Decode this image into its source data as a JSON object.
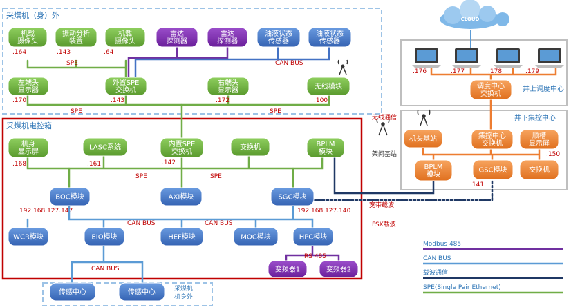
{
  "regions": {
    "outer_body": "采煤机（身）外",
    "control_box": "采煤机电控箱",
    "surface_center": "井上调度中心",
    "underground_center": "井下集控中心",
    "outside_bottom_line1": "采煤机",
    "outside_bottom_line2": "机身外"
  },
  "nodes": {
    "cam1": [
      "机载",
      "摄像头"
    ],
    "vib": [
      "振动分析",
      "装置"
    ],
    "cam2": [
      "机载",
      "摄像头"
    ],
    "radar1": [
      "雷达",
      "探测器"
    ],
    "radar2": [
      "雷达",
      "探测器"
    ],
    "oil1": [
      "油液状态",
      "传感器"
    ],
    "oil2": [
      "油液状态",
      "传感器"
    ],
    "leftdisp": [
      "左端头",
      "显示器"
    ],
    "extspe": [
      "外置SPE",
      "交换机"
    ],
    "rightdisp": [
      "右端头",
      "显示器"
    ],
    "wireless": [
      "无线模块"
    ],
    "bodydisp": [
      "机身",
      "显示屏"
    ],
    "lasc": [
      "LASC系统"
    ],
    "intspe": [
      "内置SPE",
      "交换机"
    ],
    "switch1": [
      "交换机"
    ],
    "bplm1": [
      "BPLM",
      "模块"
    ],
    "boc": [
      "BOC模块"
    ],
    "axi": [
      "AXI模块"
    ],
    "sgc": [
      "SGC模块"
    ],
    "wcr": [
      "WCR模块"
    ],
    "eio": [
      "EIO模块"
    ],
    "hef": [
      "HEF模块"
    ],
    "moc": [
      "MOC模块"
    ],
    "hpc": [
      "HPC模块"
    ],
    "vfd1": [
      "变频器1"
    ],
    "vfd2": [
      "变频器2"
    ],
    "sensor1": [
      "传感中心"
    ],
    "sensor2": [
      "传感中心"
    ],
    "dispatch": [
      "调度中心",
      "交换机"
    ],
    "headbase": [
      "机头基站"
    ],
    "centralsw": [
      "集控中心",
      "交换机"
    ],
    "gatedisp": [
      "顺槽",
      "显示屏"
    ],
    "bplm2": [
      "BPLM",
      "模块"
    ],
    "gsc": [
      "GSC模块"
    ],
    "switch2": [
      "交换机"
    ]
  },
  "addresses": {
    "cam1": ".164",
    "vib": ".143",
    "cam2": ".64",
    "leftdisp": ".170",
    "extspe": ".143",
    "rightdisp": ".172",
    "wireless": ".100",
    "bodydisp": ".168",
    "lasc": ".161",
    "intspe": ".142",
    "boc": "192.168.127.147",
    "sgc": "192.168.127.140",
    "gatedisp": ".150",
    "gsc": ".141",
    "pc1": ".176",
    "pc2": ".177",
    "pc3": ".178",
    "pc4": ".179"
  },
  "links": {
    "spe": "SPE",
    "can_bus": "CAN BUS",
    "rs485": "RS 485",
    "wireless_comm": "无线通信",
    "rack_station": "架间基站",
    "broadband_carrier": "宽带载波",
    "fsk_carrier": "FSK载波",
    "cloud": "CLOUD"
  },
  "legend": [
    {
      "label": "Modbus 485",
      "color": "#7030a0"
    },
    {
      "label": "CAN BUS",
      "color": "#5b9bd5"
    },
    {
      "label": "载波通信",
      "color": "#1f3864"
    },
    {
      "label": "SPE(Single Pair Ethernet)",
      "color": "#70ad47"
    }
  ],
  "colors": {
    "green": "#70ad47",
    "purple": "#7030a0",
    "blue": "#4472c4",
    "orange": "#ed7d31",
    "red_frame": "#c00000",
    "dash_frame": "#9dc3e6",
    "address_red": "#c00000"
  }
}
